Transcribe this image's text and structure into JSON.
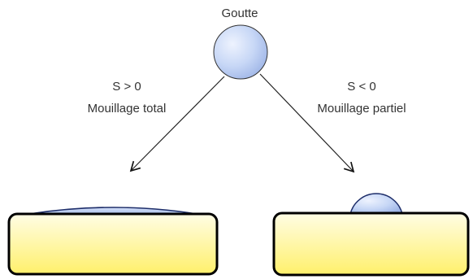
{
  "diagram": {
    "top_label": "Goutte",
    "left_branch": {
      "condition": "S > 0",
      "wetting": "Mouillage total"
    },
    "right_branch": {
      "condition": "S < 0",
      "wetting": "Mouillage partiel"
    }
  },
  "colors": {
    "drop_light": "#dfe8fb",
    "drop_dark": "#9eb6e8",
    "substrate_top": "#fffde0",
    "substrate_bottom": "#fff06b",
    "outline": "#000000",
    "text": "#333333"
  }
}
